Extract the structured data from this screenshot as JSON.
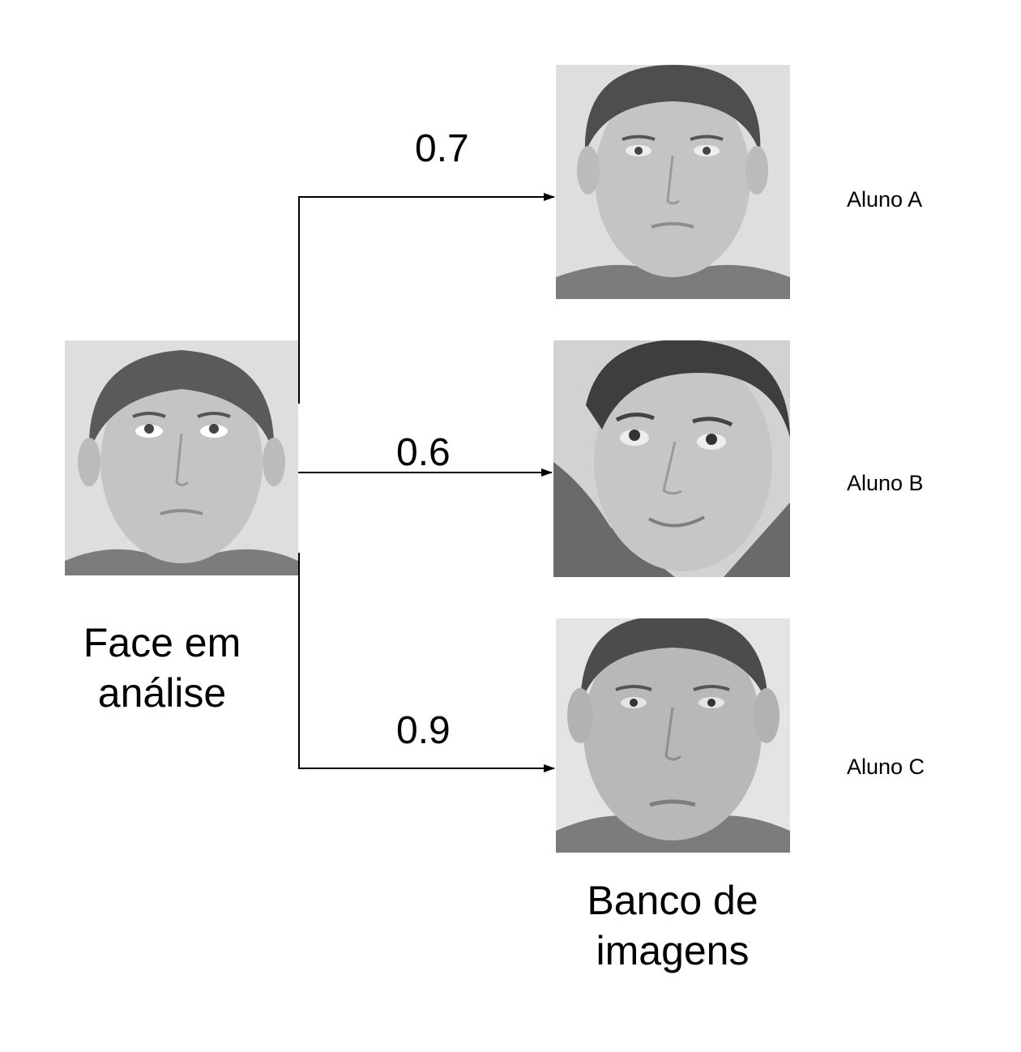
{
  "query": {
    "caption_line1": "Face em",
    "caption_line2": "análise"
  },
  "database": {
    "caption_line1": "Banco de",
    "caption_line2": "imagens"
  },
  "matches": [
    {
      "score": "0.7",
      "label": "Aluno A"
    },
    {
      "score": "0.6",
      "label": "Aluno B"
    },
    {
      "score": "0.9",
      "label": "Aluno C"
    }
  ],
  "colors": {
    "line": "#000000",
    "photo_background": "#dcdcdc",
    "skin": "#bdbdbd",
    "hair": "#5a5a5a",
    "shirt": "#7a7a7a"
  }
}
